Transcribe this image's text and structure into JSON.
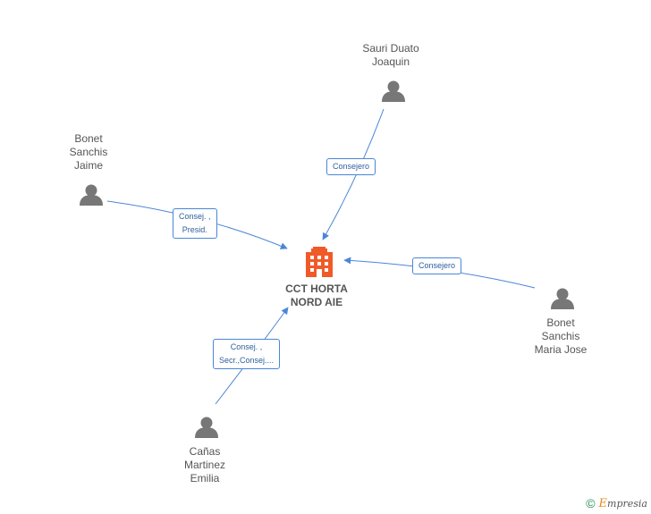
{
  "company": {
    "name": "CCT HORTA\nNORD AIE",
    "icon": "building-icon",
    "color": "#f05a28"
  },
  "people": [
    {
      "id": "sauri",
      "name": "Sauri Duato\nJoaquin",
      "icon": "person-icon"
    },
    {
      "id": "bonet-jaime",
      "name": "Bonet\nSanchis\nJaime",
      "icon": "person-icon"
    },
    {
      "id": "bonet-maria",
      "name": "Bonet\nSanchis\nMaria Jose",
      "icon": "person-icon"
    },
    {
      "id": "canas",
      "name": "Cañas\nMartinez\nEmilia",
      "icon": "person-icon"
    }
  ],
  "relations": [
    {
      "from": "sauri",
      "label": "Consejero"
    },
    {
      "from": "bonet-jaime",
      "label": "Consej. ,\nPresid."
    },
    {
      "from": "bonet-maria",
      "label": "Consejero"
    },
    {
      "from": "canas",
      "label": "Consej. ,\nSecr.,Consej...."
    }
  ],
  "footer": {
    "copyright": "©",
    "brand_first": "E",
    "brand_rest": "mpresia"
  },
  "colors": {
    "edge": "#4a86d8",
    "person": "#777777"
  }
}
